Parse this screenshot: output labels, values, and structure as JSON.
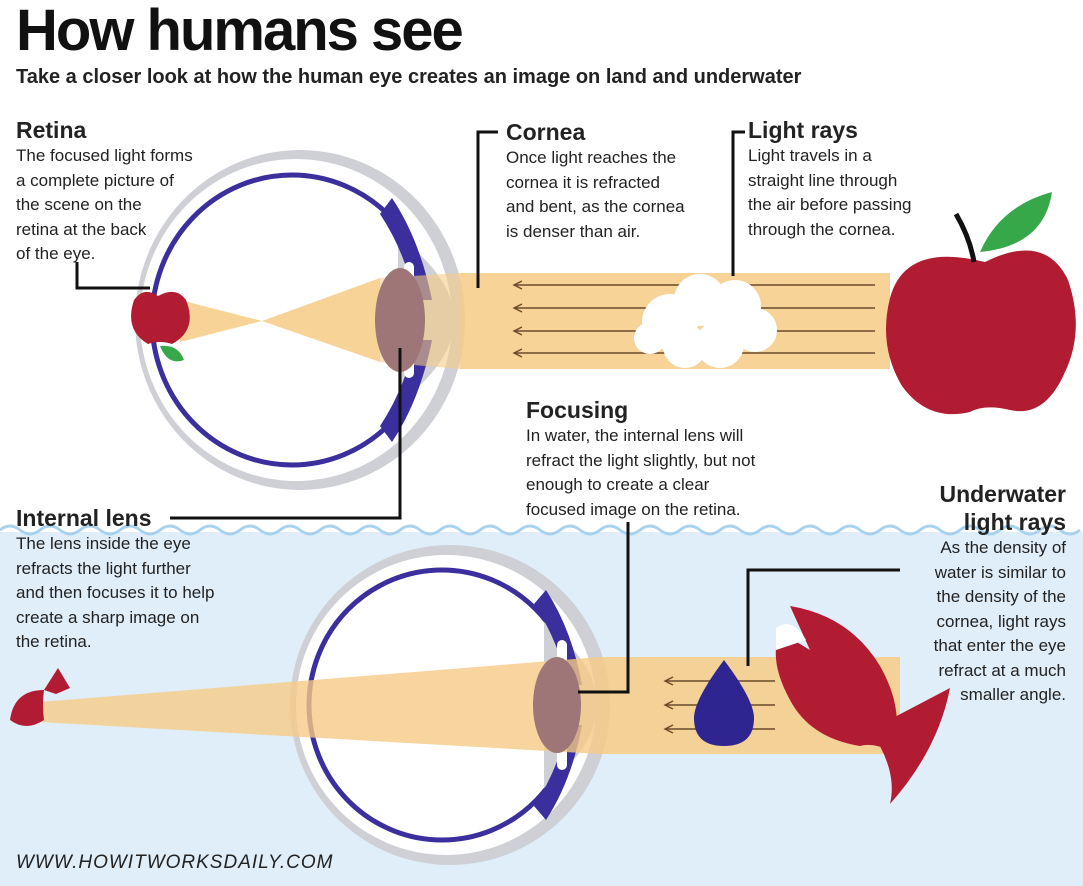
{
  "title": "How humans see",
  "subtitle": "Take a closer look at how the human eye creates an image on land and underwater",
  "labels": {
    "retina": {
      "heading": "Retina",
      "lines": [
        "The focused light forms",
        "a complete picture of",
        "the scene on the",
        "retina at the back",
        "of the eye."
      ]
    },
    "cornea": {
      "heading": "Cornea",
      "lines": [
        "Once light reaches the",
        "cornea it is refracted",
        "and bent, as the cornea",
        "is denser than air."
      ]
    },
    "light_rays": {
      "heading": "Light rays",
      "lines": [
        "Light travels in a",
        "straight line through",
        "the air before passing",
        "through the cornea."
      ]
    },
    "focusing": {
      "heading": "Focusing",
      "lines": [
        "In water, the internal lens will",
        "refract the light slightly, but not",
        "enough to create a clear",
        "focused image on the retina."
      ]
    },
    "internal_lens": {
      "heading": "Internal lens",
      "lines": [
        "The lens inside the eye",
        "refracts the light further",
        "and then focuses it to help",
        "create a sharp image on",
        "the retina."
      ]
    },
    "underwater": {
      "heading_lines": [
        "Underwater",
        "light rays"
      ],
      "lines": [
        "As the density of",
        "water is similar to",
        "the density of the",
        "cornea, light rays",
        "that enter the eye",
        "refract at a much",
        "smaller angle."
      ]
    }
  },
  "footer": {
    "url": "WWW.HOWITWORKSDAILY.COM"
  },
  "colors": {
    "water": "#e0eef9",
    "wave": "#a9d2ef",
    "light_beam": "#f6cb86",
    "eye_outline": "#3a2f9c",
    "eye_shadow": "#cfd0d6",
    "lens": "#9e7677",
    "apple": "#b11c33",
    "leaf": "#36a84a",
    "fish": "#b11c33",
    "drop": "#2e2590",
    "cloud": "#ffffff"
  }
}
